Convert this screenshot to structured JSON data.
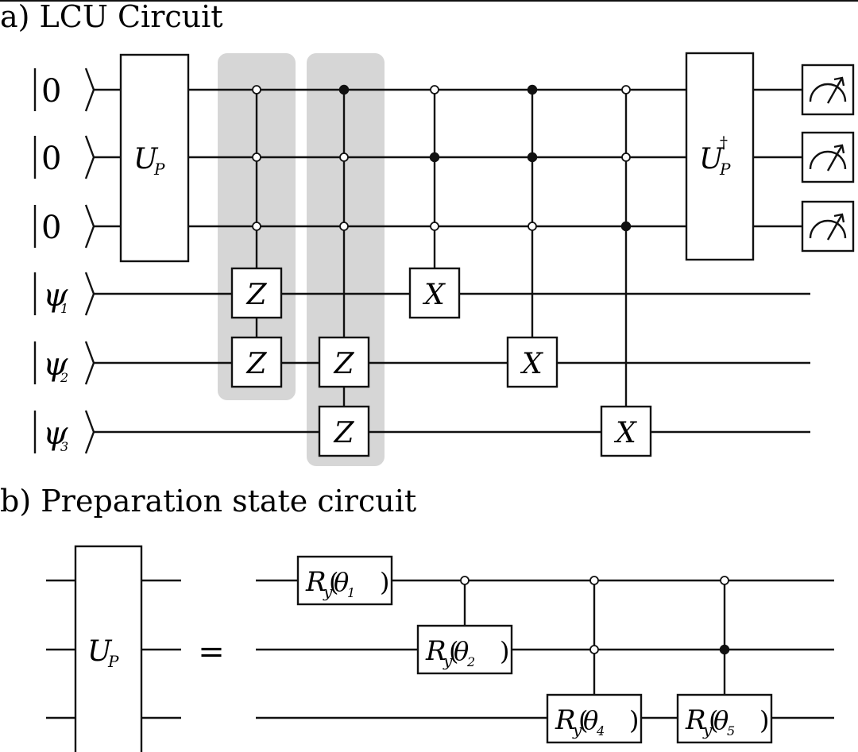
{
  "panel_a": {
    "title": "a) LCU Circuit",
    "inputs": [
      "0",
      "0",
      "0",
      "ψ",
      "ψ",
      "ψ"
    ],
    "input_subscripts": [
      "",
      "",
      "",
      "1",
      "2",
      "3"
    ],
    "up_gate": {
      "base": "U",
      "sub": "P"
    },
    "up_dagger_gate": {
      "base": "U",
      "sub": "P",
      "sup": "†"
    },
    "z_label": "Z",
    "x_label": "X",
    "measurement_count": 3
  },
  "panel_b": {
    "title": "b) Preparation state circuit",
    "up_gate": {
      "base": "U",
      "sub": "P"
    },
    "equals": "=",
    "ry_base": "R",
    "ry_sub": "y",
    "theta": "θ",
    "ry_gates": [
      {
        "index": "1"
      },
      {
        "index": "2"
      },
      {
        "index": "4"
      },
      {
        "index": "5"
      }
    ]
  }
}
